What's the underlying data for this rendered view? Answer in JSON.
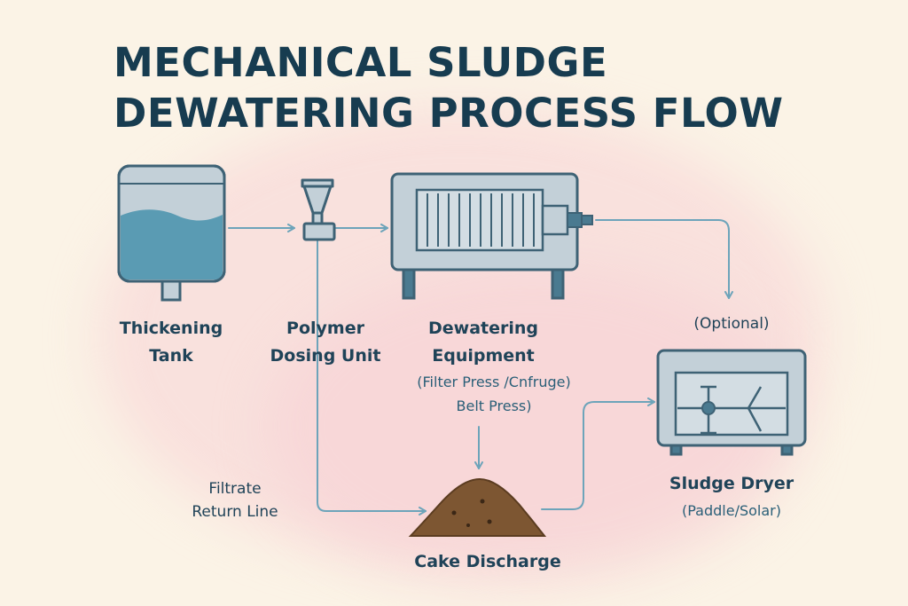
{
  "title": {
    "line1": "MECHANICAL SLUDGE",
    "line2": "DEWATERING PROCESS FLOW"
  },
  "nodes": {
    "thickening_tank": {
      "line1": "Thickening",
      "line2": "Tank",
      "icon": "tank-icon"
    },
    "polymer_dosing": {
      "line1": "Polymer",
      "line2": "Dosing Unit",
      "icon": "hopper-icon"
    },
    "dewatering_equipment": {
      "line1": "Dewatering",
      "line2": "Equipment",
      "detail1": "(Filter Press /Cnfruge)",
      "detail2": "Belt Press)",
      "icon": "filter-press-icon"
    },
    "sludge_dryer": {
      "line1": "Sludge Dryer",
      "detail": "(Paddle/Solar)",
      "icon": "dryer-icon"
    },
    "cake_discharge": {
      "label": "Cake Discharge",
      "icon": "sludge-pile-icon"
    }
  },
  "annotations": {
    "optional": "(Optional)",
    "filtrate_line1": "Filtrate",
    "filtrate_line2": "Return Line"
  },
  "colors": {
    "background": "#fbf3e6",
    "title": "#173c50",
    "equipment_fill": "#c3d0d8",
    "equipment_stroke": "#3e6275",
    "water": "#5a9bb3",
    "flow_line": "#6da4ba",
    "cake": "#7d5632"
  }
}
